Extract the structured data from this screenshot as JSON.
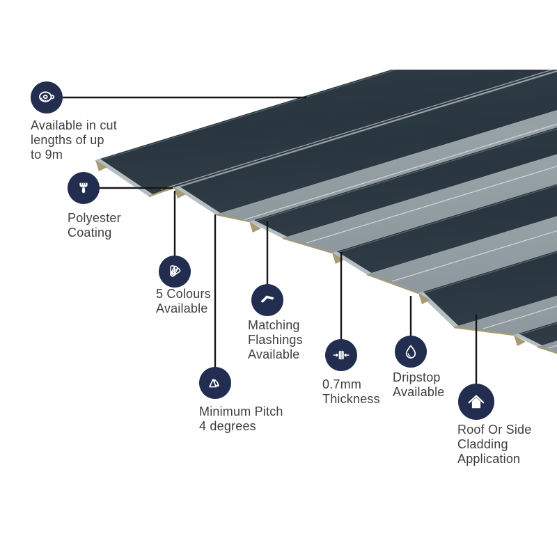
{
  "illustration_label": "corrugated box profile roofing sheet",
  "colors": {
    "icon_circle": "#222d50",
    "text": "#3e3e3e",
    "callout_line": "#161616",
    "sheet_dark": "#2e3c44",
    "sheet_light": "#8f9aa0",
    "sheet_edge_tan": "#a79b73",
    "background": "#ffffff"
  },
  "features": [
    {
      "id": "cut-length",
      "icon": "tape-measure-icon",
      "lines": [
        "Available in cut",
        "lengths of up",
        "to 9m"
      ]
    },
    {
      "id": "polyester-coating",
      "icon": "paintbrush-icon",
      "lines": [
        "Polyester",
        "Coating"
      ]
    },
    {
      "id": "colours",
      "icon": "colour-fan-icon",
      "lines": [
        "5 Colours",
        "Available"
      ]
    },
    {
      "id": "matching-flashings",
      "icon": "flashing-icon",
      "lines": [
        "Matching",
        "Flashings",
        "Available"
      ]
    },
    {
      "id": "minimum-pitch",
      "icon": "pitch-angle-icon",
      "lines": [
        "Minimum Pitch",
        "4 degrees"
      ]
    },
    {
      "id": "thickness",
      "icon": "thickness-icon",
      "lines": [
        "0.7mm",
        "Thickness"
      ]
    },
    {
      "id": "dripstop",
      "icon": "droplet-icon",
      "lines": [
        "Dripstop",
        "Available"
      ]
    },
    {
      "id": "cladding",
      "icon": "house-icon",
      "lines": [
        "Roof Or Side",
        "Cladding",
        "Application"
      ]
    }
  ]
}
